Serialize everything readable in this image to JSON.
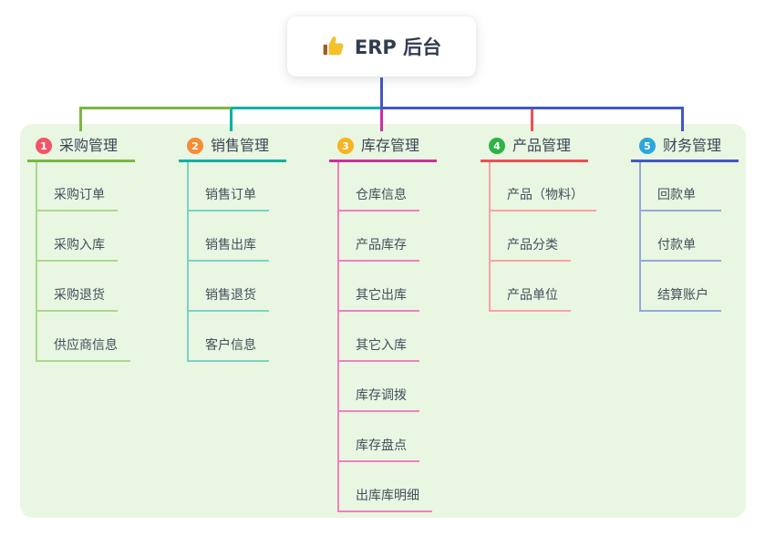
{
  "root": {
    "label": "ERP 后台",
    "icon": "thumbs-up-icon"
  },
  "colors": {
    "page_bg": "#ffffff",
    "panel_bg": "#e9f6e2",
    "root_line": "#4456c4",
    "card_bg": "#ffffff",
    "title_text": "#3a4554",
    "child_text": "#42505c",
    "thumb_yellow": "#f5c02c",
    "thumb_sleeve": "#9c5d2b"
  },
  "branches": [
    {
      "badge": "1",
      "title": "采购管理",
      "badge_color": "#f25568",
      "line_color": "#7ab83e",
      "child_line_color": "#aad88d",
      "children": [
        "采购订单",
        "采购入库",
        "采购退货",
        "供应商信息"
      ]
    },
    {
      "badge": "2",
      "title": "销售管理",
      "badge_color": "#f68c34",
      "line_color": "#00b2a3",
      "child_line_color": "#79d3c7",
      "children": [
        "销售订单",
        "销售出库",
        "销售退货",
        "客户信息"
      ]
    },
    {
      "badge": "3",
      "title": "库存管理",
      "badge_color": "#f7b320",
      "line_color": "#ce2f9d",
      "child_line_color": "#ef80c1",
      "children": [
        "仓库信息",
        "产品库存",
        "其它出库",
        "其它入库",
        "库存调拨",
        "库存盘点",
        "出库库明细"
      ]
    },
    {
      "badge": "4",
      "title": "产品管理",
      "badge_color": "#2fb248",
      "line_color": "#f14e52",
      "child_line_color": "#f8a2a4",
      "children": [
        "产品（物料）",
        "产品分类",
        "产品单位"
      ]
    },
    {
      "badge": "5",
      "title": "财务管理",
      "badge_color": "#2ca6de",
      "line_color": "#4456c4",
      "child_line_color": "#93aad9",
      "children": [
        "回款单",
        "付款单",
        "结算账户"
      ]
    }
  ]
}
